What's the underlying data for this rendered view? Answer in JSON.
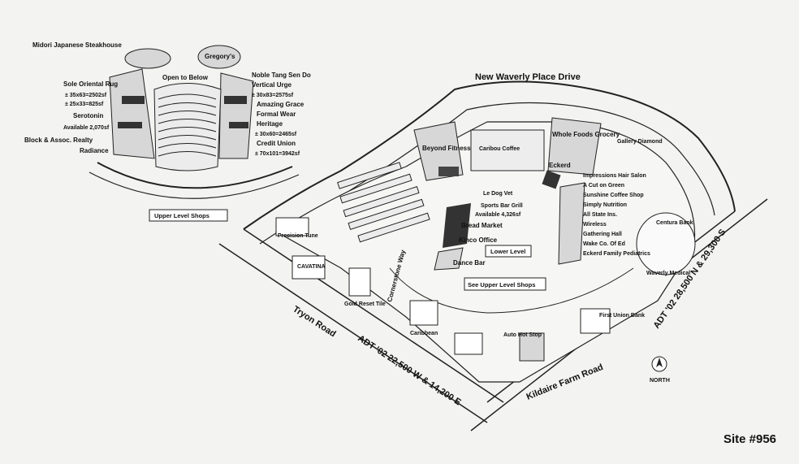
{
  "site_number": "Site #956",
  "roads": {
    "north": "New Waverly Place Drive",
    "west": "Tryon Road",
    "south": "Kildaire Farm Road",
    "adt_west": "ADT '02 22,500 W & 14,200 E",
    "adt_east": "ADT '02 28,500 N & 29,300 S",
    "cornerstone": "Cornerstone Way"
  },
  "inset": {
    "title": "Upper Level Shops",
    "labels": [
      "Midori Japanese Steakhouse",
      "Gregory's",
      "Open to Below",
      "Sole Oriental Rug",
      "± 35x63=2502sf",
      "± 25x33=825sf",
      "Serotonin",
      "Available 2,070sf",
      "Block & Assoc. Realty",
      "Radiance",
      "Noble Tang Sen Do",
      "Vertical Urge",
      "± 30x83=2575sf",
      "Amazing Grace",
      "Formal Wear",
      "Heritage",
      "± 30x60=2465sf",
      "Credit Union",
      "± 70x101=3942sf"
    ]
  },
  "main": {
    "tenants": [
      "Beyond Fitness",
      "Whole Foods Grocery",
      "Gallery Diamond",
      "Eckerd",
      "Impressions Hair Salon",
      "A Cut on Green",
      "Sunshine Coffee Shop",
      "Simply Nutrition",
      "All State Ins.",
      "Wireless",
      "Gathering Hall",
      "Wake Co. Of Ed",
      "Eckerd Family Pediatrics",
      "Caribou Coffee",
      "Le Dog Vet",
      "Sports Bar Grill",
      "Available 4,326sf",
      "Bread Market",
      "Kinco Office",
      "Dance Bar",
      "Precision Tune",
      "CAVATINA",
      "Gold Reset Tile",
      "Centura Bank",
      "First Union Bank",
      "Auto Hot Stop",
      "Waverly Medical",
      "Caribbean"
    ],
    "lower_level": "Lower Level",
    "see_upper": "See Upper Level Shops",
    "north_arrow": "NORTH"
  }
}
